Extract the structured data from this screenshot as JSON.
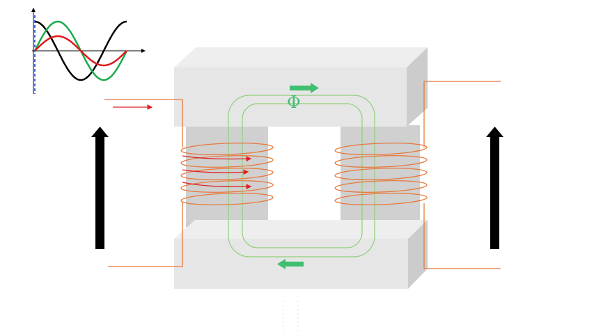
{
  "flux_symbol": "Φ",
  "colors": {
    "core_top": "#e9e9e9",
    "core_front": "#e3e3e3",
    "core_side": "#cfcfcf",
    "limb": "#d0d0d0",
    "winding": "#e8783a",
    "flux_path": "#8fd07a",
    "flux_arrow": "#3fbf6f",
    "current_arrow": "#e02020",
    "voltage_arrow": "#000000",
    "wave_black": "#000000",
    "wave_green": "#1aaa4a",
    "wave_red": "#e01818",
    "axis_marker": "#4466cc"
  },
  "waveform_inset": {
    "series": [
      {
        "color": "black",
        "phase": "cosine",
        "amplitude": 1.0
      },
      {
        "color": "green",
        "phase": "sine",
        "amplitude": 1.0
      },
      {
        "color": "red",
        "phase": "sine",
        "amplitude": 0.5
      }
    ]
  }
}
